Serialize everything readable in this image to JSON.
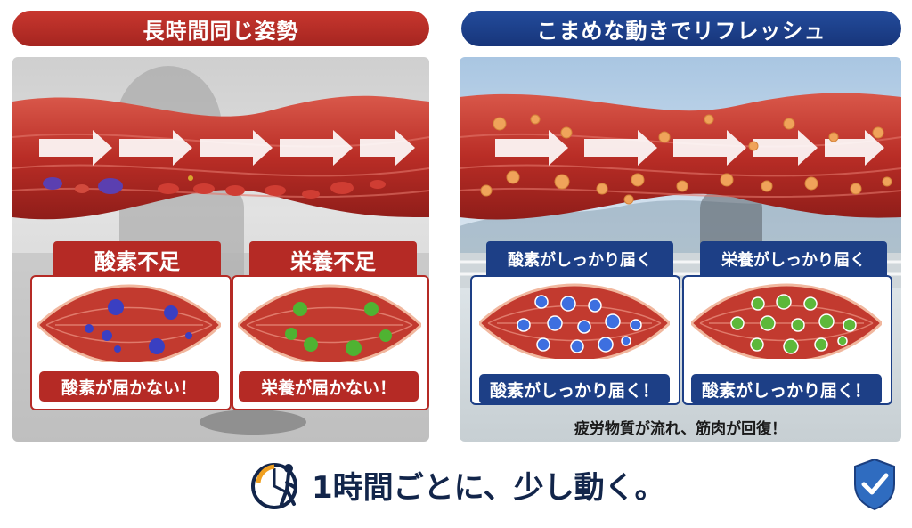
{
  "left": {
    "banner": "長時間同じ姿勢",
    "card1": {
      "title": "酸素不足",
      "callout": "酸素が届かない！"
    },
    "card2": {
      "title": "栄養不足",
      "callout": "栄養が届かない！"
    }
  },
  "right": {
    "banner": "こまめな動きでリフレッシュ",
    "card1": {
      "title": "酸素がしっかり届く",
      "callout": "酸素がしっかり届く！"
    },
    "card2": {
      "title": "栄養がしっかり届く",
      "callout": "酸素がしっかり届く！"
    },
    "caption": "疲労物質が流れ、筋肉が回復！"
  },
  "footer": {
    "message": "1時間ごとに、少し動く。"
  },
  "icons": {
    "clock": "clock-person-icon",
    "shield": "shield-check-icon"
  },
  "colors": {
    "red": "#b52a25",
    "navy": "#1d3f86",
    "oxygen": "#3d5fd6",
    "nutrient": "#5db83a",
    "orange": "#f0a35a"
  }
}
